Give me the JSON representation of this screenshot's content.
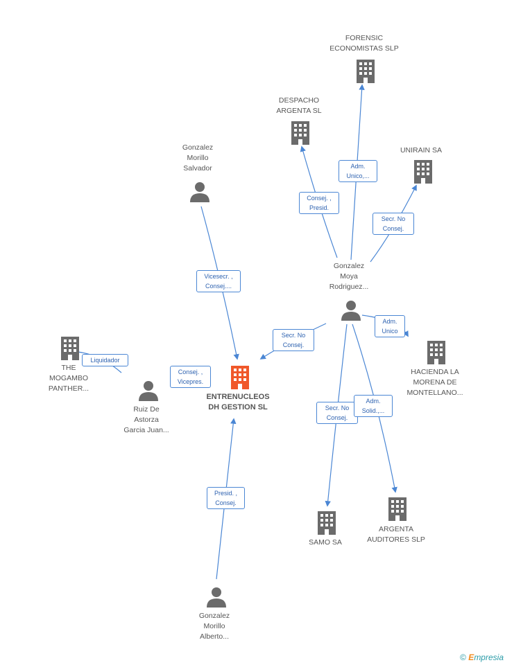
{
  "nodes": [
    {
      "id": "center",
      "label": "ENTRENUCLEOS\nDH GESTION SL",
      "kind": "company-main"
    },
    {
      "id": "forensic",
      "label": "FORENSIC\nECONOMISTAS SLP",
      "kind": "company"
    },
    {
      "id": "despacho",
      "label": "DESPACHO\nARGENTA SL",
      "kind": "company"
    },
    {
      "id": "unirain",
      "label": "UNIRAIN SA",
      "kind": "company"
    },
    {
      "id": "gms",
      "label": "Gonzalez\nMorillo\nSalvador",
      "kind": "person"
    },
    {
      "id": "gmr",
      "label": "Gonzalez\nMoya\nRodriguez...",
      "kind": "person"
    },
    {
      "id": "mogambo",
      "label": "THE\nMOGAMBO\nPANTHER...",
      "kind": "company"
    },
    {
      "id": "ruiz",
      "label": "Ruiz De\nAstorza\nGarcia Juan...",
      "kind": "person"
    },
    {
      "id": "hacienda",
      "label": "HACIENDA LA\nMORENA DE\nMONTELLANO...",
      "kind": "company"
    },
    {
      "id": "samo",
      "label": "SAMO SA",
      "kind": "company"
    },
    {
      "id": "argaud",
      "label": "ARGENTA\nAUDITORES SLP",
      "kind": "company"
    },
    {
      "id": "gma",
      "label": "Gonzalez\nMorillo\nAlberto...",
      "kind": "person"
    }
  ],
  "edges": [
    {
      "id": "e1",
      "label": "Adm.\nUnico,..."
    },
    {
      "id": "e2",
      "label": "Consej. ,\nPresid."
    },
    {
      "id": "e3",
      "label": "Secr.  No\nConsej."
    },
    {
      "id": "e4",
      "label": "Vicesecr. ,\nConsej...."
    },
    {
      "id": "e5",
      "label": "Secr.  No\nConsej."
    },
    {
      "id": "e6",
      "label": "Adm.\nUnico"
    },
    {
      "id": "e7",
      "label": "Liquidador"
    },
    {
      "id": "e8",
      "label": "Consej. ,\nVicepres."
    },
    {
      "id": "e9",
      "label": "Secr.  No\nConsej."
    },
    {
      "id": "e10",
      "label": "Adm.\nSolid.,..."
    },
    {
      "id": "e11",
      "label": "Presid. ,\nConsej."
    }
  ],
  "colors": {
    "edge": "#4a86d4",
    "icon": "#6b6b6b",
    "main": "#f0582a"
  },
  "footer": {
    "copyright": "©",
    "brand_first": "E",
    "brand_rest": "mpresia"
  }
}
